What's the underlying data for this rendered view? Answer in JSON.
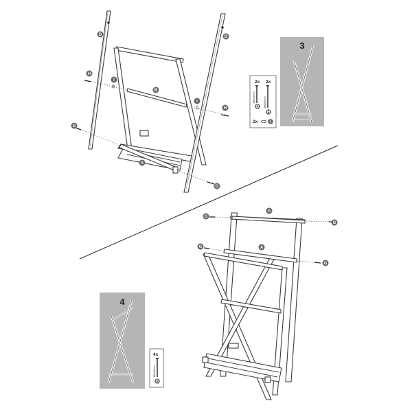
{
  "step3": {
    "number": "3",
    "labels": {
      "rod_A": "A",
      "rod_B": "B",
      "post_D_left": "D",
      "post_D_right": "D",
      "screw_G_left": "G",
      "screw_G_right": "G",
      "screw_H_left": "H",
      "screw_H_right": "H",
      "washer_I_left": "I",
      "washer_I_right": "I"
    },
    "parts": {
      "screw_G_qty": "2x",
      "screw_G_dim": "M6x60mm",
      "screw_G_label": "G",
      "screw_H_qty": "2x",
      "screw_H_dim": "M6x80mm",
      "screw_H_label": "H",
      "washer_qty": "2x",
      "washer_label": "I"
    }
  },
  "step4": {
    "number": "4",
    "labels": {
      "rod_A_top": "A",
      "rod_A_mid": "A",
      "screw_G_tl": "G",
      "screw_G_tr": "G",
      "screw_G_ml": "G",
      "screw_G_mr": "G"
    },
    "parts": {
      "screw_qty": "4x",
      "screw_dim": "M6x60mm",
      "screw_label": "G"
    }
  },
  "colors": {
    "label_circle": "#666666",
    "preview_panel": "#b5b5b5",
    "line": "#3a3a3a"
  },
  "icons": [
    "screw-icon",
    "washer-icon",
    "rack-assembly-icon",
    "rack-preview-icon"
  ]
}
